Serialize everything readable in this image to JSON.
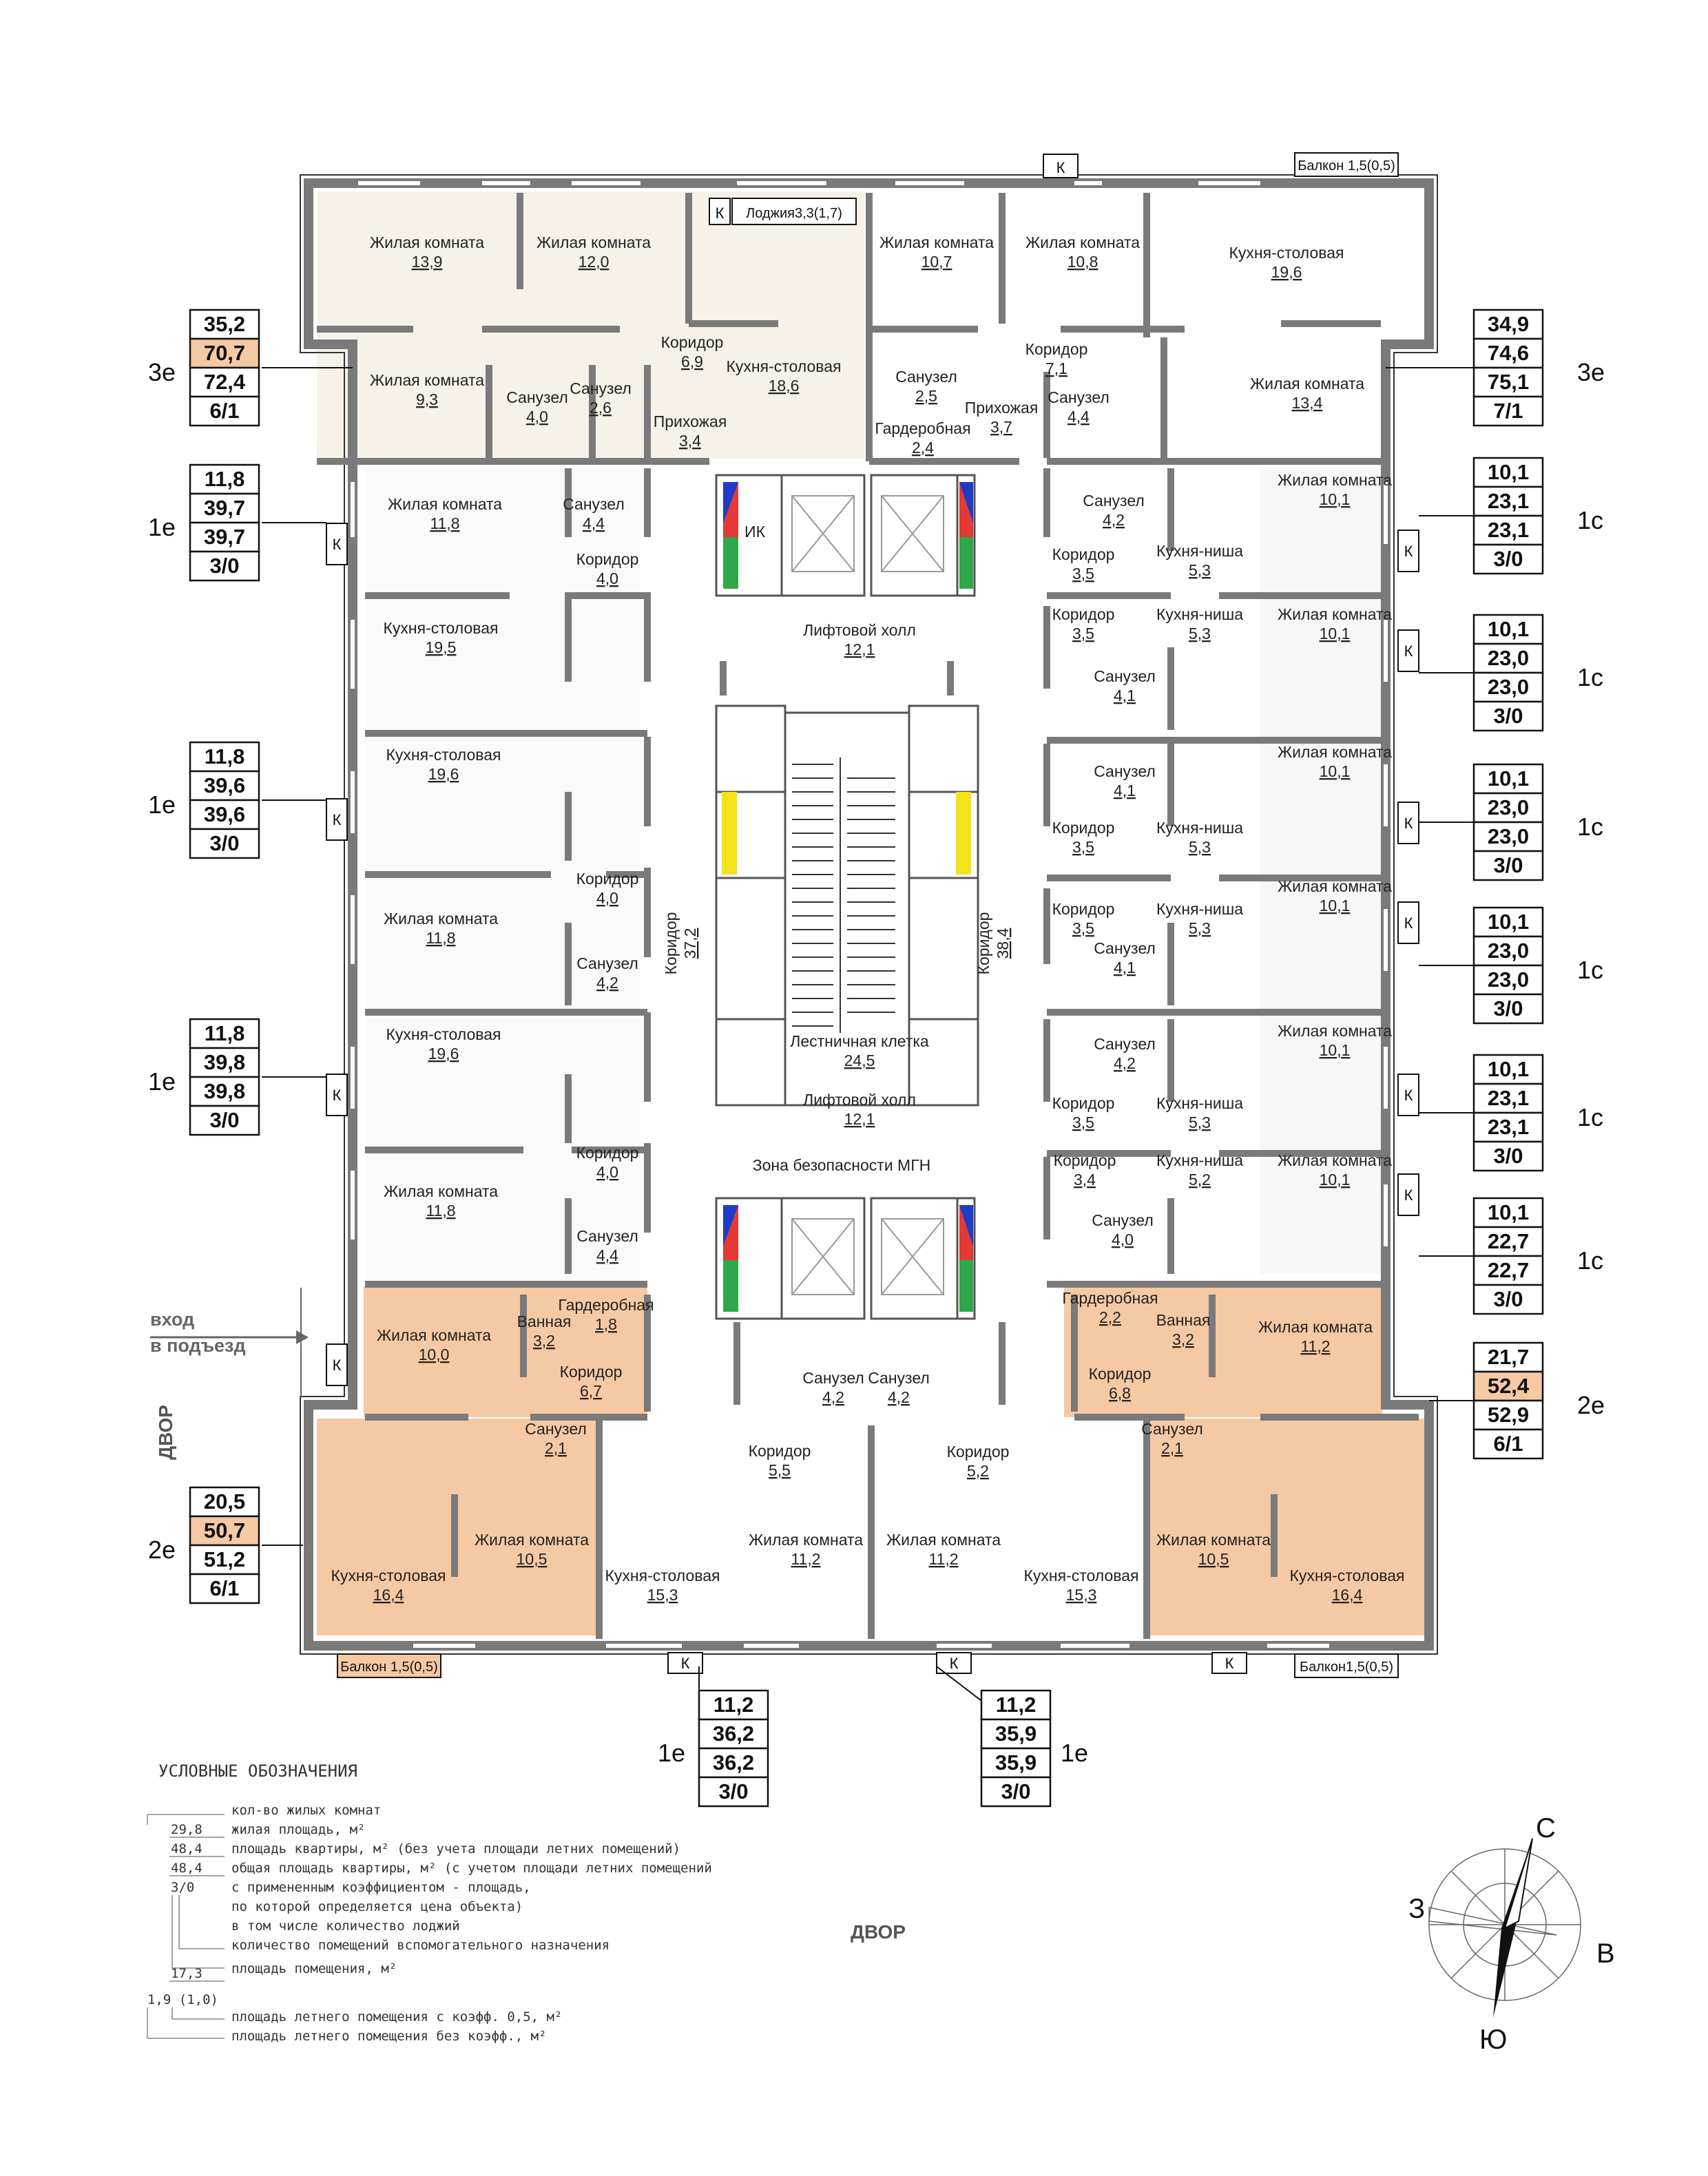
{
  "colors": {
    "wall": "#7a7a7a",
    "apt_3e_left": "#f6f2ea",
    "apt_2e": "#f5c9a3",
    "box_highlight": "#f5c9a3",
    "lift_red": "#e53935",
    "lift_blue": "#1e3cc8",
    "lift_green": "#2ea84a",
    "ik_yellow": "#f2e21a"
  },
  "labels": {
    "loggia": "Лоджия3,3(1,7)",
    "balcony_top_right": "Балкон 1,5(0,5)",
    "balcony_bottom_left": "Балкон 1,5(0,5)",
    "balcony_bottom_right": "Балкон1,5(0,5)",
    "k": "К",
    "entry_line1": "вход",
    "entry_line2": "в подъезд",
    "yard_left": "ДВОР",
    "yard_bottom": "ДВОР"
  },
  "rooms": [
    {
      "name": "Жилая комната",
      "area": "13,9"
    },
    {
      "name": "Жилая комната",
      "area": "12,0"
    },
    {
      "name": "Коридор",
      "area": "6,9"
    },
    {
      "name": "Кухня-столовая",
      "area": "18,6"
    },
    {
      "name": "Жилая комната",
      "area": "9,3"
    },
    {
      "name": "Санузел",
      "area": "4,0"
    },
    {
      "name": "Санузел",
      "area": "2,6"
    },
    {
      "name": "Прихожая",
      "area": "3,4"
    },
    {
      "name": "Жилая комната",
      "area": "10,7"
    },
    {
      "name": "Жилая комната",
      "area": "10,8"
    },
    {
      "name": "Кухня-столовая",
      "area": "19,6"
    },
    {
      "name": "Коридор",
      "area": "7,1"
    },
    {
      "name": "Санузел",
      "area": "2,5"
    },
    {
      "name": "Прихожая",
      "area": "3,7"
    },
    {
      "name": "Гардеробная",
      "area": "2,4"
    },
    {
      "name": "Санузел",
      "area": "4,4"
    },
    {
      "name": "Жилая комната",
      "area": "13,4"
    },
    {
      "name": "Жилая комната",
      "area": "11,8"
    },
    {
      "name": "Санузел",
      "area": "4,4"
    },
    {
      "name": "Коридор",
      "area": "4,0"
    },
    {
      "name": "Кухня-столовая",
      "area": "19,5"
    },
    {
      "name": "Кухня-столовая",
      "area": "19,6"
    },
    {
      "name": "Коридор",
      "area": "4,0"
    },
    {
      "name": "Жилая комната",
      "area": "11,8"
    },
    {
      "name": "Санузел",
      "area": "4,2"
    },
    {
      "name": "Кухня-столовая",
      "area": "19,6"
    },
    {
      "name": "Коридор",
      "area": "4,0"
    },
    {
      "name": "Жилая комната",
      "area": "11,8"
    },
    {
      "name": "Санузел",
      "area": "4,4"
    },
    {
      "name": "Лифтовой холл",
      "area": "12,1"
    },
    {
      "name": "Лестничная клетка",
      "area": "24,5"
    },
    {
      "name": "Лифтовой холл",
      "area": "12,1"
    },
    {
      "name": "Зона безопасности МГН",
      "area": ""
    },
    {
      "name": "Коридор",
      "area": "37,2"
    },
    {
      "name": "Коридор",
      "area": "38,4"
    },
    {
      "name": "ИК",
      "area": ""
    },
    {
      "name": "Жилая комната",
      "area": "10,1"
    },
    {
      "name": "Санузел",
      "area": "4,2"
    },
    {
      "name": "Коридор",
      "area": "3,5"
    },
    {
      "name": "Кухня-ниша",
      "area": "5,3"
    },
    {
      "name": "Коридор",
      "area": "3,5"
    },
    {
      "name": "Кухня-ниша",
      "area": "5,3"
    },
    {
      "name": "Жилая комната",
      "area": "10,1"
    },
    {
      "name": "Санузел",
      "area": "4,1"
    },
    {
      "name": "Санузел",
      "area": "4,1"
    },
    {
      "name": "Жилая комната",
      "area": "10,1"
    },
    {
      "name": "Коридор",
      "area": "3,5"
    },
    {
      "name": "Кухня-ниша",
      "area": "5,3"
    },
    {
      "name": "Коридор",
      "area": "3,5"
    },
    {
      "name": "Кухня-ниша",
      "area": "5,3"
    },
    {
      "name": "Жилая комната",
      "area": "10,1"
    },
    {
      "name": "Санузел",
      "area": "4,1"
    },
    {
      "name": "Санузел",
      "area": "4,2"
    },
    {
      "name": "Жилая комната",
      "area": "10,1"
    },
    {
      "name": "Коридор",
      "area": "3,5"
    },
    {
      "name": "Кухня-ниша",
      "area": "5,3"
    },
    {
      "name": "Коридор",
      "area": "3,4"
    },
    {
      "name": "Кухня-ниша",
      "area": "5,2"
    },
    {
      "name": "Жилая комната",
      "area": "10,1"
    },
    {
      "name": "Санузел",
      "area": "4,0"
    },
    {
      "name": "Жилая комната",
      "area": "10,0"
    },
    {
      "name": "Ванная",
      "area": "3,2"
    },
    {
      "name": "Гардеробная",
      "area": "1,8"
    },
    {
      "name": "Коридор",
      "area": "6,7"
    },
    {
      "name": "Санузел",
      "area": "2,1"
    },
    {
      "name": "Жилая комната",
      "area": "10,5"
    },
    {
      "name": "Кухня-столовая",
      "area": "16,4"
    },
    {
      "name": "Санузел",
      "area": "4,2"
    },
    {
      "name": "Санузел",
      "area": "4,2"
    },
    {
      "name": "Коридор",
      "area": "5,5"
    },
    {
      "name": "Коридор",
      "area": "5,2"
    },
    {
      "name": "Кухня-столовая",
      "area": "15,3"
    },
    {
      "name": "Жилая комната",
      "area": "11,2"
    },
    {
      "name": "Жилая комната",
      "area": "11,2"
    },
    {
      "name": "Кухня-столовая",
      "area": "15,3"
    },
    {
      "name": "Гардеробная",
      "area": "2,2"
    },
    {
      "name": "Ванная",
      "area": "3,2"
    },
    {
      "name": "Жилая комната",
      "area": "11,2"
    },
    {
      "name": "Коридор",
      "area": "6,8"
    },
    {
      "name": "Санузел",
      "area": "2,1"
    },
    {
      "name": "Жилая комната",
      "area": "10,5"
    },
    {
      "name": "Кухня-столовая",
      "area": "16,4"
    }
  ],
  "apartments": [
    {
      "type": "3е",
      "values": [
        "35,2",
        "70,7",
        "72,4",
        "6/1"
      ],
      "highlight": 1
    },
    {
      "type": "1е",
      "values": [
        "11,8",
        "39,7",
        "39,7",
        "3/0"
      ],
      "highlight": -1
    },
    {
      "type": "1е",
      "values": [
        "11,8",
        "39,6",
        "39,6",
        "3/0"
      ],
      "highlight": -1
    },
    {
      "type": "1е",
      "values": [
        "11,8",
        "39,8",
        "39,8",
        "3/0"
      ],
      "highlight": -1
    },
    {
      "type": "2е",
      "values": [
        "20,5",
        "50,7",
        "51,2",
        "6/1"
      ],
      "highlight": 1
    },
    {
      "type": "3е",
      "values": [
        "34,9",
        "74,6",
        "75,1",
        "7/1"
      ],
      "highlight": -1
    },
    {
      "type": "1с",
      "values": [
        "10,1",
        "23,1",
        "23,1",
        "3/0"
      ],
      "highlight": -1
    },
    {
      "type": "1с",
      "values": [
        "10,1",
        "23,0",
        "23,0",
        "3/0"
      ],
      "highlight": -1
    },
    {
      "type": "1с",
      "values": [
        "10,1",
        "23,0",
        "23,0",
        "3/0"
      ],
      "highlight": -1
    },
    {
      "type": "1с",
      "values": [
        "10,1",
        "23,0",
        "23,0",
        "3/0"
      ],
      "highlight": -1
    },
    {
      "type": "1с",
      "values": [
        "10,1",
        "23,1",
        "23,1",
        "3/0"
      ],
      "highlight": -1
    },
    {
      "type": "1с",
      "values": [
        "10,1",
        "22,7",
        "22,7",
        "3/0"
      ],
      "highlight": -1
    },
    {
      "type": "2е",
      "values": [
        "21,7",
        "52,4",
        "52,9",
        "6/1"
      ],
      "highlight": 1
    },
    {
      "type": "1е",
      "values": [
        "11,2",
        "36,2",
        "36,2",
        "3/0"
      ],
      "highlight": -1
    },
    {
      "type": "1е",
      "values": [
        "11,2",
        "35,9",
        "35,9",
        "3/0"
      ],
      "highlight": -1
    }
  ],
  "legend": {
    "title": "УСЛОВНЫЕ ОБОЗНАЧЕНИЯ",
    "sample_living": "29,8",
    "sample_area1": "48,4",
    "sample_area2": "48,4",
    "sample_counts": "3/0",
    "sample_room": "17,3",
    "sample_summer": "1,9 (1,0)",
    "items": [
      "кол-во жилых комнат",
      "жилая площадь, м²",
      "площадь квартиры, м² (без учета площади летних помещений)",
      "общая площадь квартиры, м² (с учетом площади летних помещений",
      "с примененным коэффициентом - площадь,",
      "по которой определяется цена объекта)",
      "в том числе количество лоджий",
      "количество помещений вспомогательного назначения",
      "площадь помещения, м²",
      "площадь летнего помещения с коэфф. 0,5, м²",
      "площадь летнего помещения без коэфф., м²"
    ]
  },
  "compass": {
    "n": "С",
    "s": "Ю",
    "e": "В",
    "w": "З"
  }
}
